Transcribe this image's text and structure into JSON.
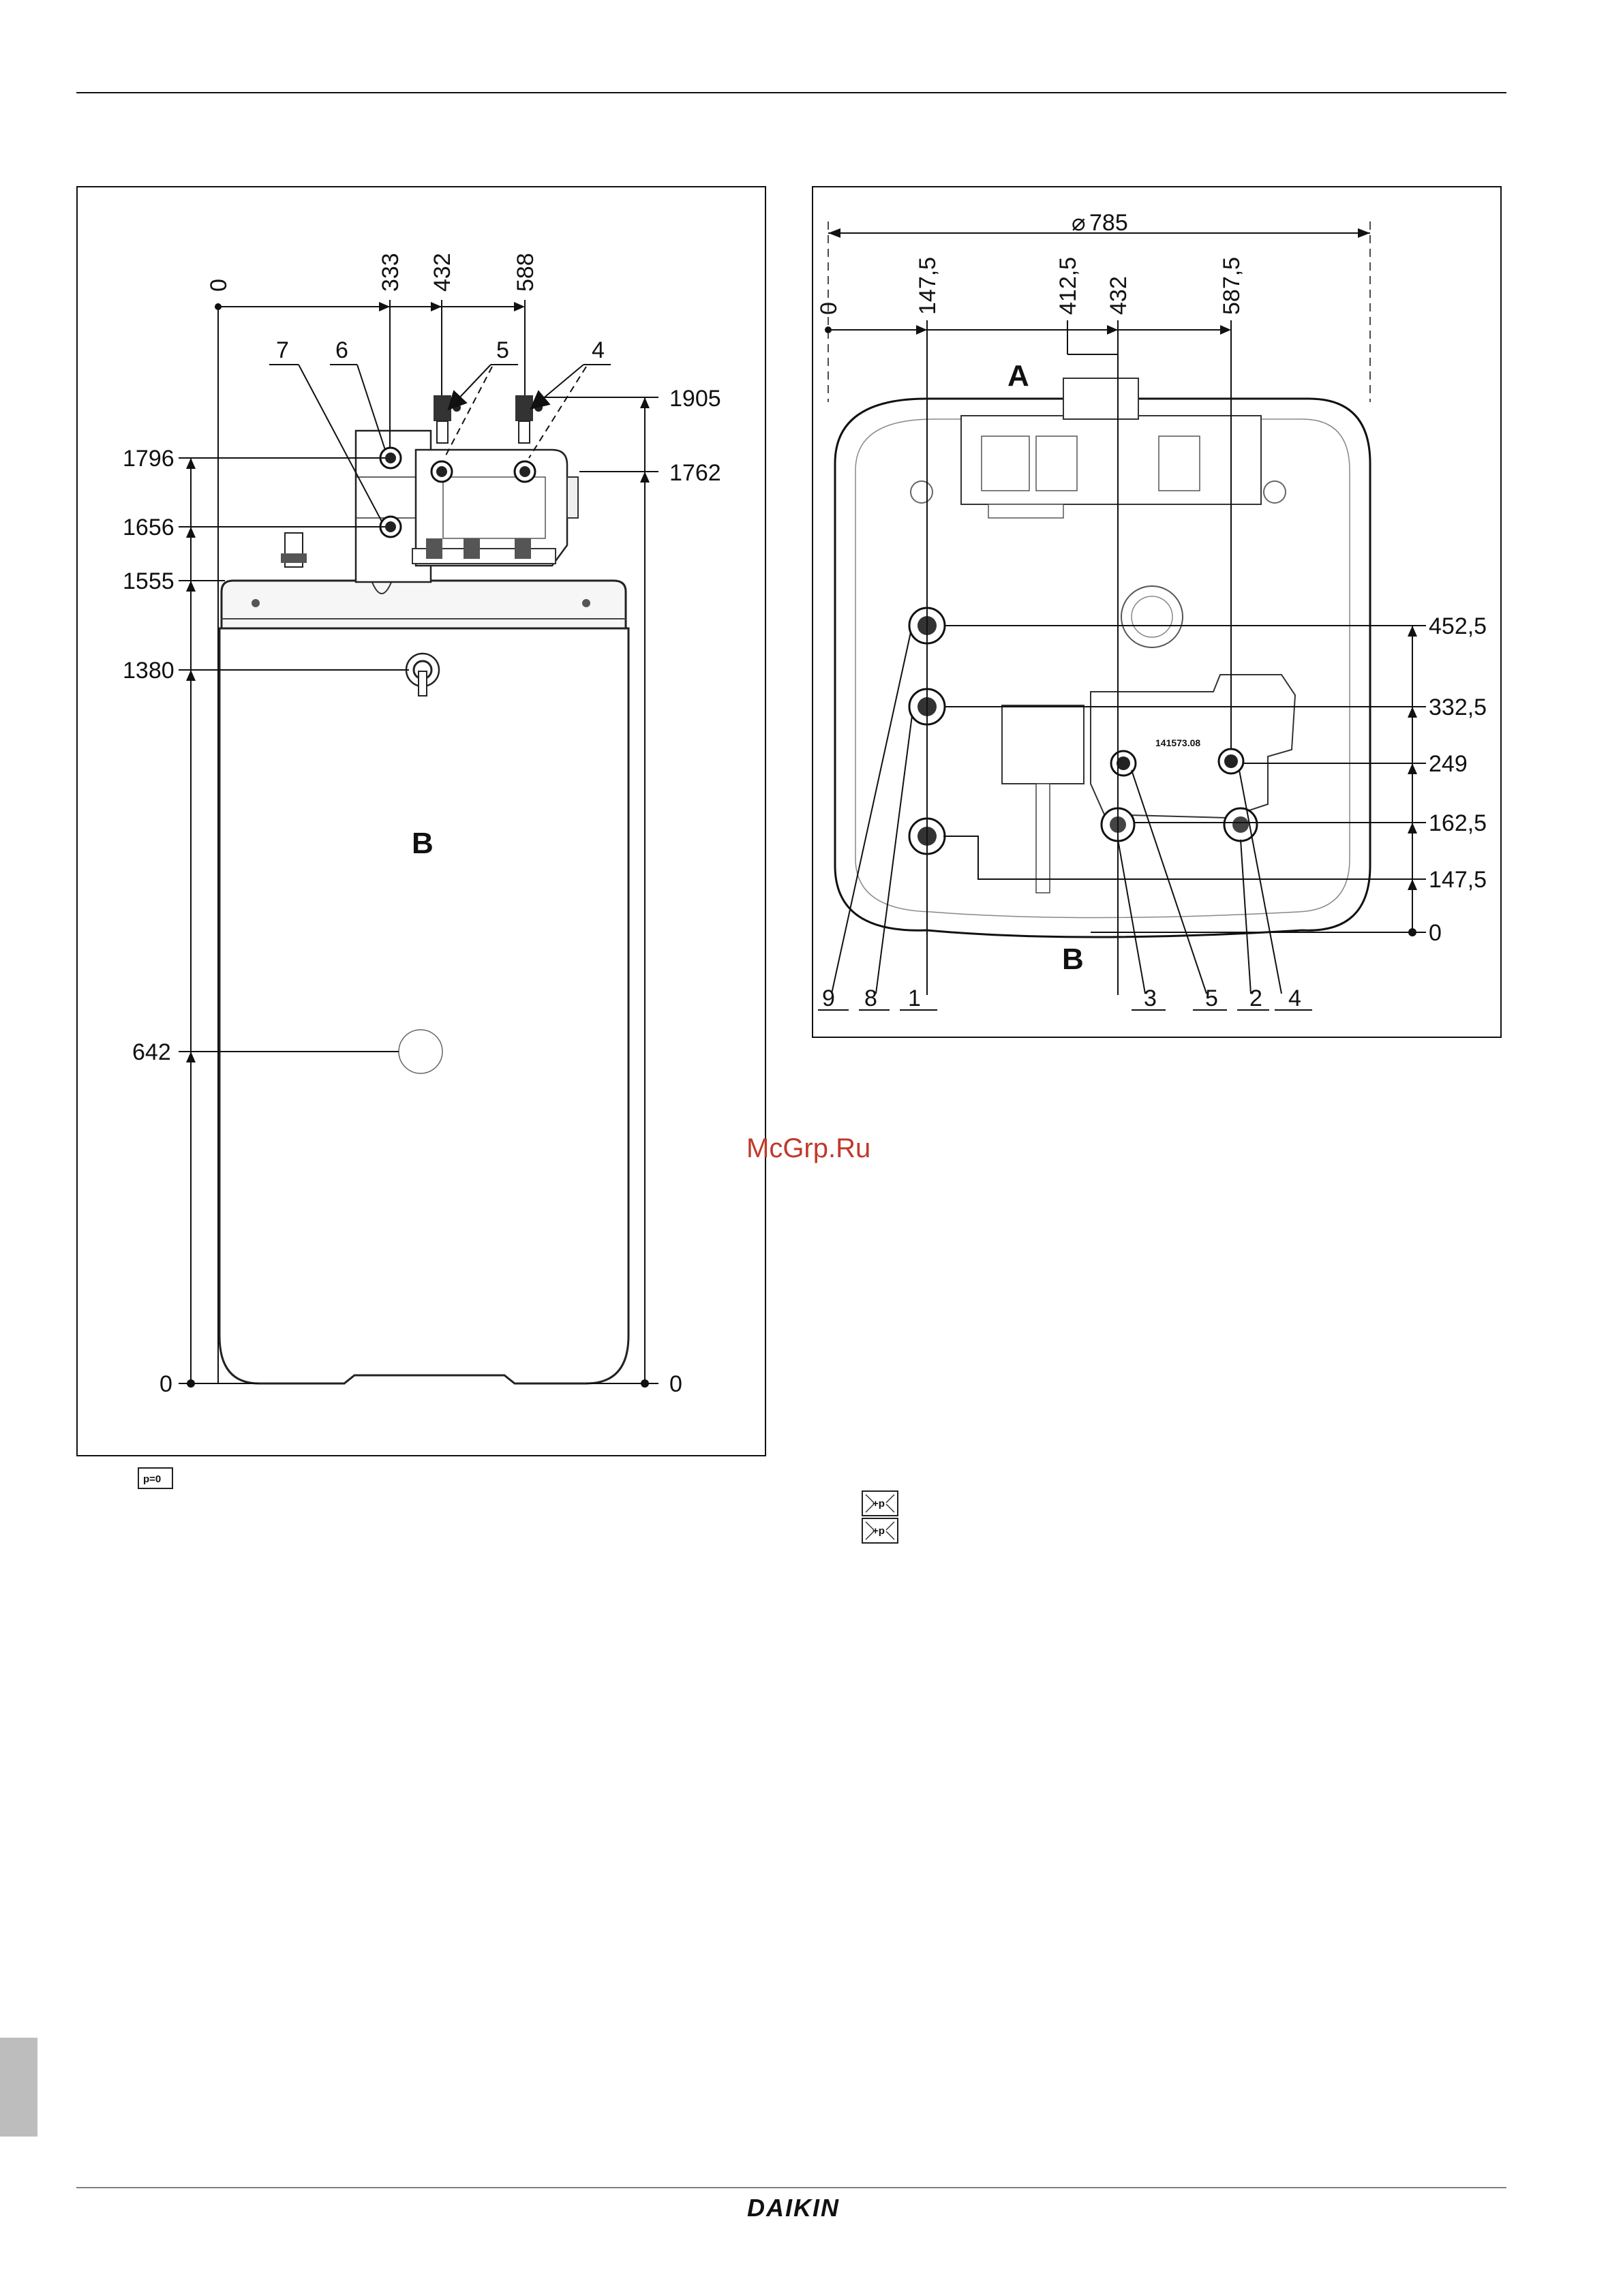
{
  "side_view": {
    "horizontal_dims": [
      "0",
      "333",
      "432",
      "588"
    ],
    "vertical_dims_left": [
      "1796",
      "1656",
      "1555",
      "1380",
      "642",
      "0"
    ],
    "vertical_dims_right": [
      "1905",
      "1762",
      "0"
    ],
    "callouts": [
      "7",
      "6",
      "5",
      "4"
    ],
    "label_b": "B"
  },
  "top_view": {
    "diameter": "785",
    "horizontal_dims": [
      "0",
      "147,5",
      "412,5",
      "432",
      "587,5"
    ],
    "vertical_dims": [
      "452,5",
      "332,5",
      "249",
      "162,5",
      "147,5",
      "0"
    ],
    "callouts": [
      "9",
      "8",
      "1",
      "3",
      "5",
      "2",
      "4"
    ],
    "label_a": "A",
    "label_b": "B",
    "serial": "141573.08"
  },
  "legend_icons": {
    "pressure_zero": "p=0",
    "pressure_plus": "+p"
  },
  "watermark": "McGrp.Ru",
  "brand": "DAIKIN"
}
